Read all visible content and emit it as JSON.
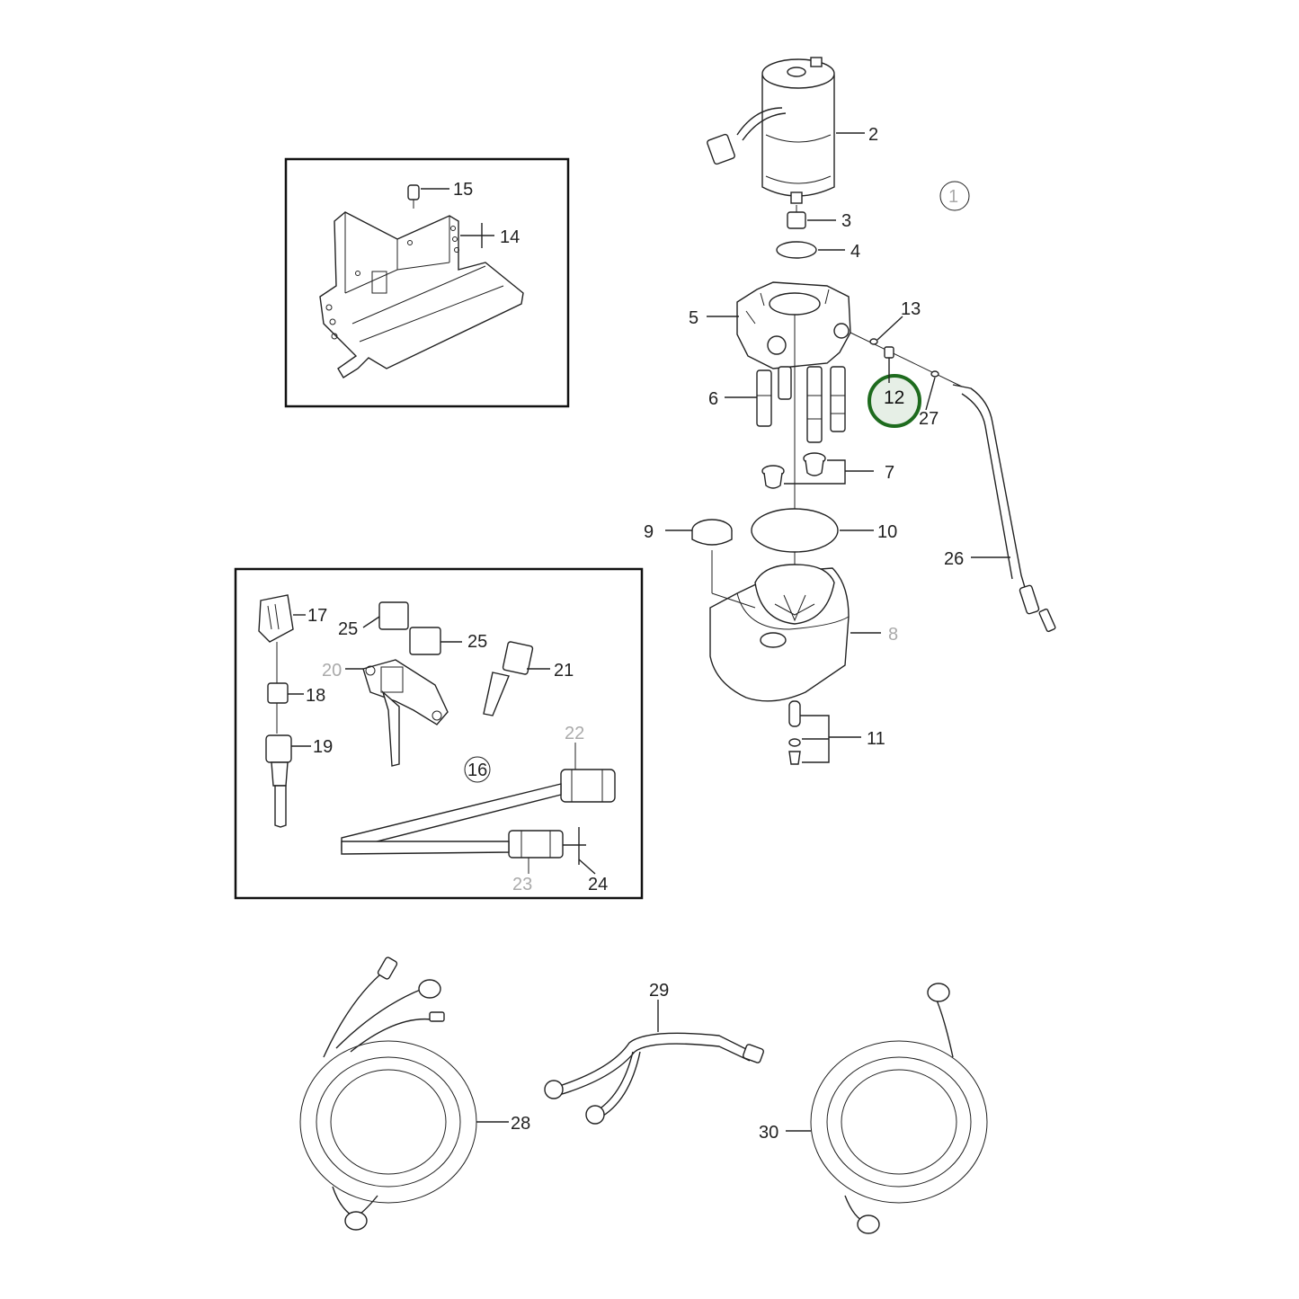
{
  "callouts": {
    "c1": "1",
    "c2": "2",
    "c3": "3",
    "c4": "4",
    "c5": "5",
    "c6": "6",
    "c7": "7",
    "c8": "8",
    "c9": "9",
    "c10": "10",
    "c11": "11",
    "c12": "12",
    "c13": "13",
    "c14": "14",
    "c15": "15",
    "c16": "16",
    "c17": "17",
    "c18": "18",
    "c19": "19",
    "c20": "20",
    "c21": "21",
    "c22": "22",
    "c23": "23",
    "c24": "24",
    "c25a": "25",
    "c25b": "25",
    "c26": "26",
    "c27": "27",
    "c28": "28",
    "c29": "29",
    "c30": "30"
  },
  "highlight": {
    "callout": "12",
    "ring_color": "#1e6b1e",
    "fill_color": "#e6efe6"
  },
  "colors": {
    "line": "#222222",
    "grey_label": "#aaaaaa"
  }
}
